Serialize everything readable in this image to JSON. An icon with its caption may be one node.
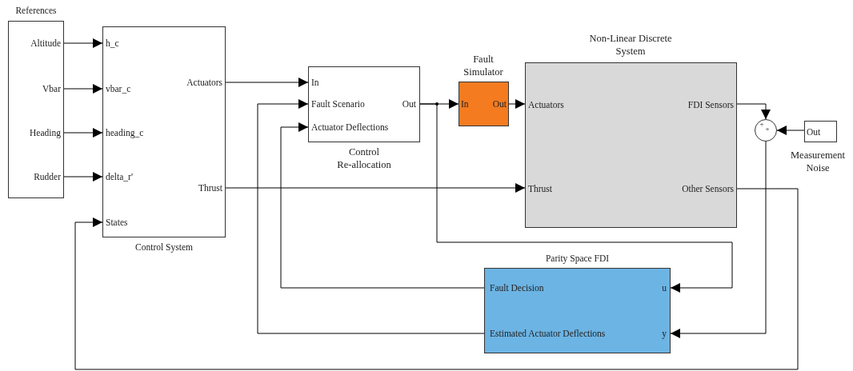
{
  "diagram": {
    "nodes": [
      {
        "text": [
          "References",
          "Altitude",
          "Vbar",
          "Heading",
          "Rudder"
        ]
      },
      {
        "text": [
          "Control System",
          "h_c",
          "vbar_c",
          "heading_c",
          "delta_r'",
          "States",
          "Actuators",
          "Thrust"
        ]
      },
      {
        "text": [
          "Control Re-allocation",
          "In",
          "Fault Scenario",
          "Actuator Deflections",
          "Out"
        ]
      },
      {
        "text": [
          "Fault Simulator",
          "In",
          "Out"
        ]
      },
      {
        "text": [
          "Non-Linear Discrete System",
          "Actuators",
          "Thrust",
          "FDI Sensors",
          "Other Sensors"
        ]
      },
      {
        "text": [
          "+",
          "+"
        ]
      },
      {
        "text": [
          "Out",
          "Measurement Noise"
        ]
      },
      {
        "text": [
          "Parity Space FDI",
          "Fault Decision",
          "Estimated Actuator Deflections",
          "u",
          "y"
        ]
      }
    ],
    "edges": [
      {
        "from": 0,
        "to": 1,
        "arrow": "to"
      },
      {
        "from": 0,
        "to": 1,
        "arrow": "to"
      },
      {
        "from": 0,
        "to": 1,
        "arrow": "to"
      },
      {
        "from": 0,
        "to": 1,
        "arrow": "to"
      },
      {
        "from": 1,
        "to": 2,
        "arrow": "to"
      },
      {
        "from": 1,
        "to": 4,
        "arrow": "to"
      },
      {
        "from": 2,
        "to": 3,
        "arrow": "to"
      },
      {
        "from": 2,
        "to": 7,
        "arrow": "to"
      },
      {
        "from": 3,
        "to": 4,
        "arrow": "to"
      },
      {
        "from": 4,
        "to": 5,
        "arrow": "to"
      },
      {
        "from": 6,
        "to": 5,
        "arrow": "to"
      },
      {
        "from": 5,
        "to": 7,
        "arrow": "to"
      },
      {
        "from": 7,
        "to": 2,
        "arrow": "to"
      },
      {
        "from": 7,
        "to": 2,
        "arrow": "to"
      },
      {
        "from": 4,
        "to": 1,
        "arrow": "to"
      }
    ]
  }
}
